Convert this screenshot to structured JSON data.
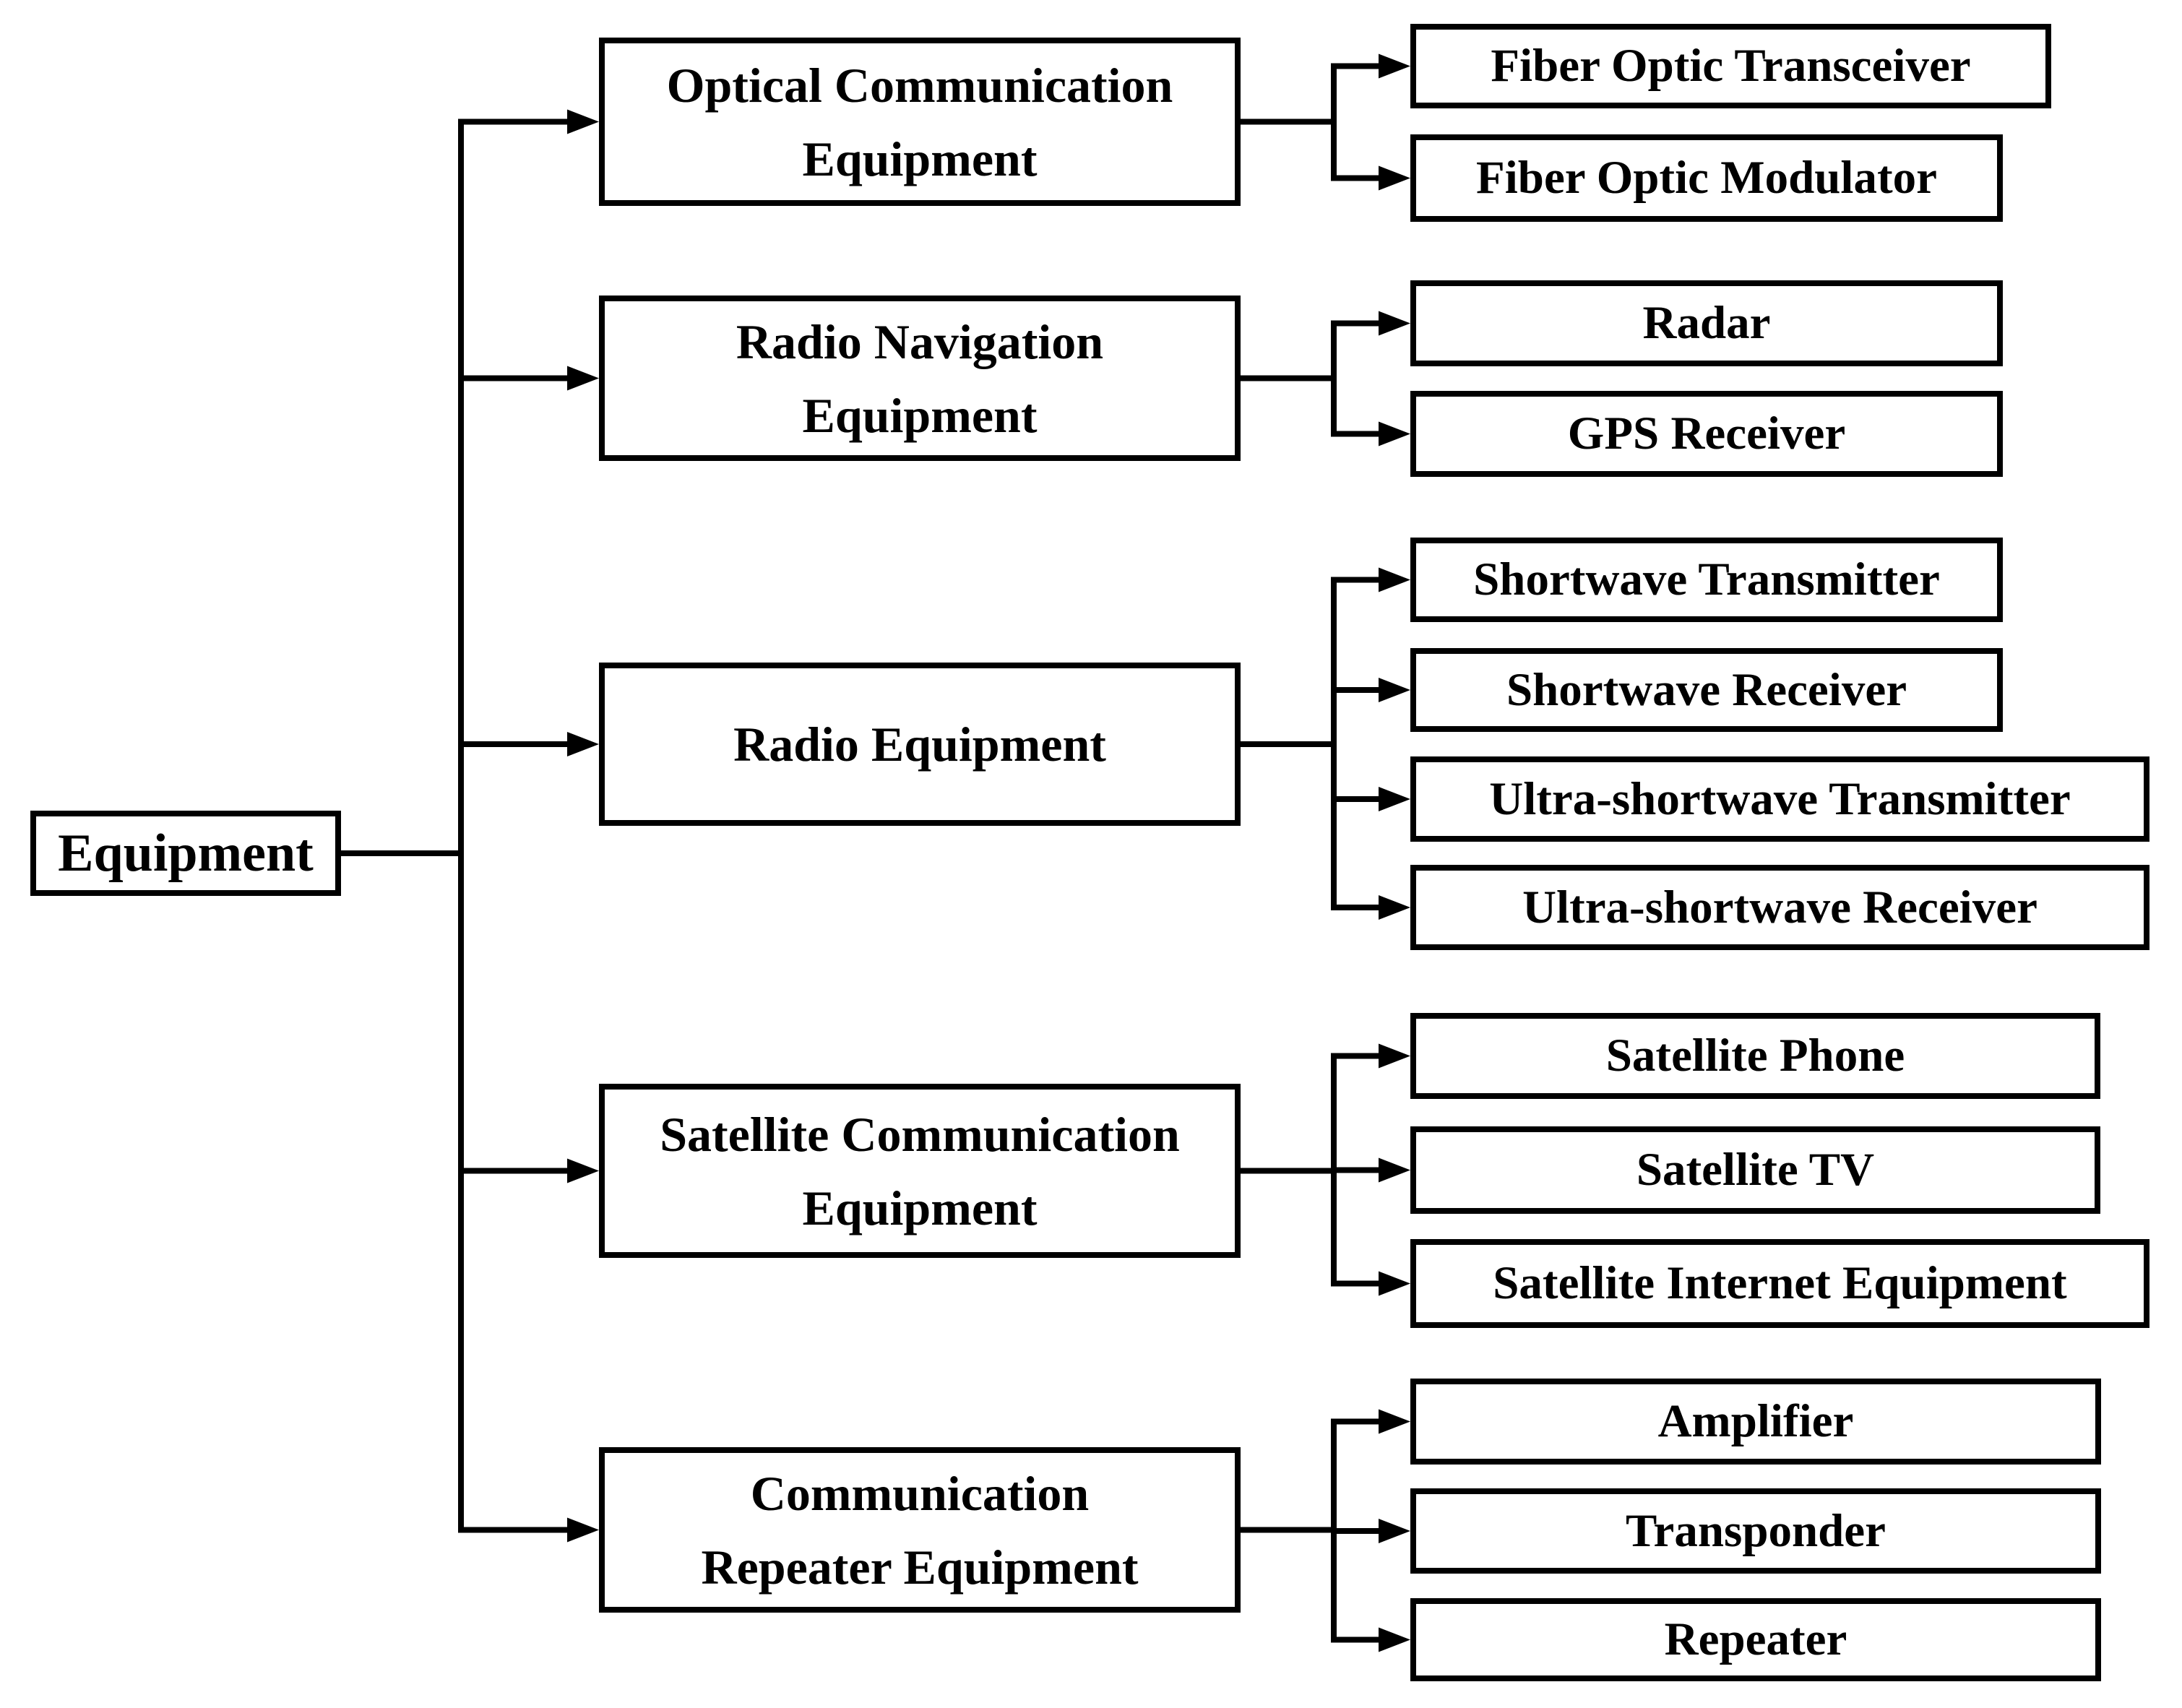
{
  "diagram": {
    "type": "tree",
    "root": {
      "label": "Equipment"
    },
    "groups": [
      {
        "label": "Optical Communication Equipment",
        "lines": [
          "Optical Communication",
          "Equipment"
        ],
        "children": [
          "Fiber Optic Transceiver",
          "Fiber Optic Modulator"
        ]
      },
      {
        "label": "Radio Navigation Equipment",
        "lines": [
          "Radio Navigation",
          "Equipment"
        ],
        "children": [
          "Radar",
          "GPS Receiver"
        ]
      },
      {
        "label": "Radio Equipment",
        "lines": [
          "Radio Equipment"
        ],
        "children": [
          "Shortwave Transmitter",
          "Shortwave Receiver",
          "Ultra-shortwave Transmitter",
          "Ultra-shortwave Receiver"
        ]
      },
      {
        "label": "Satellite Communication Equipment",
        "lines": [
          "Satellite Communication",
          "Equipment"
        ],
        "children": [
          "Satellite Phone",
          "Satellite TV",
          "Satellite Internet Equipment"
        ]
      },
      {
        "label": "Communication Repeater Equipment",
        "lines": [
          "Communication",
          "Repeater Equipment"
        ],
        "children": [
          "Amplifier",
          "Transponder",
          "Repeater"
        ]
      }
    ],
    "colors": {
      "background": "#ffffff",
      "box_fill": "#ffffff",
      "box_border": "#000000",
      "line": "#000000",
      "text": "#000000"
    }
  }
}
